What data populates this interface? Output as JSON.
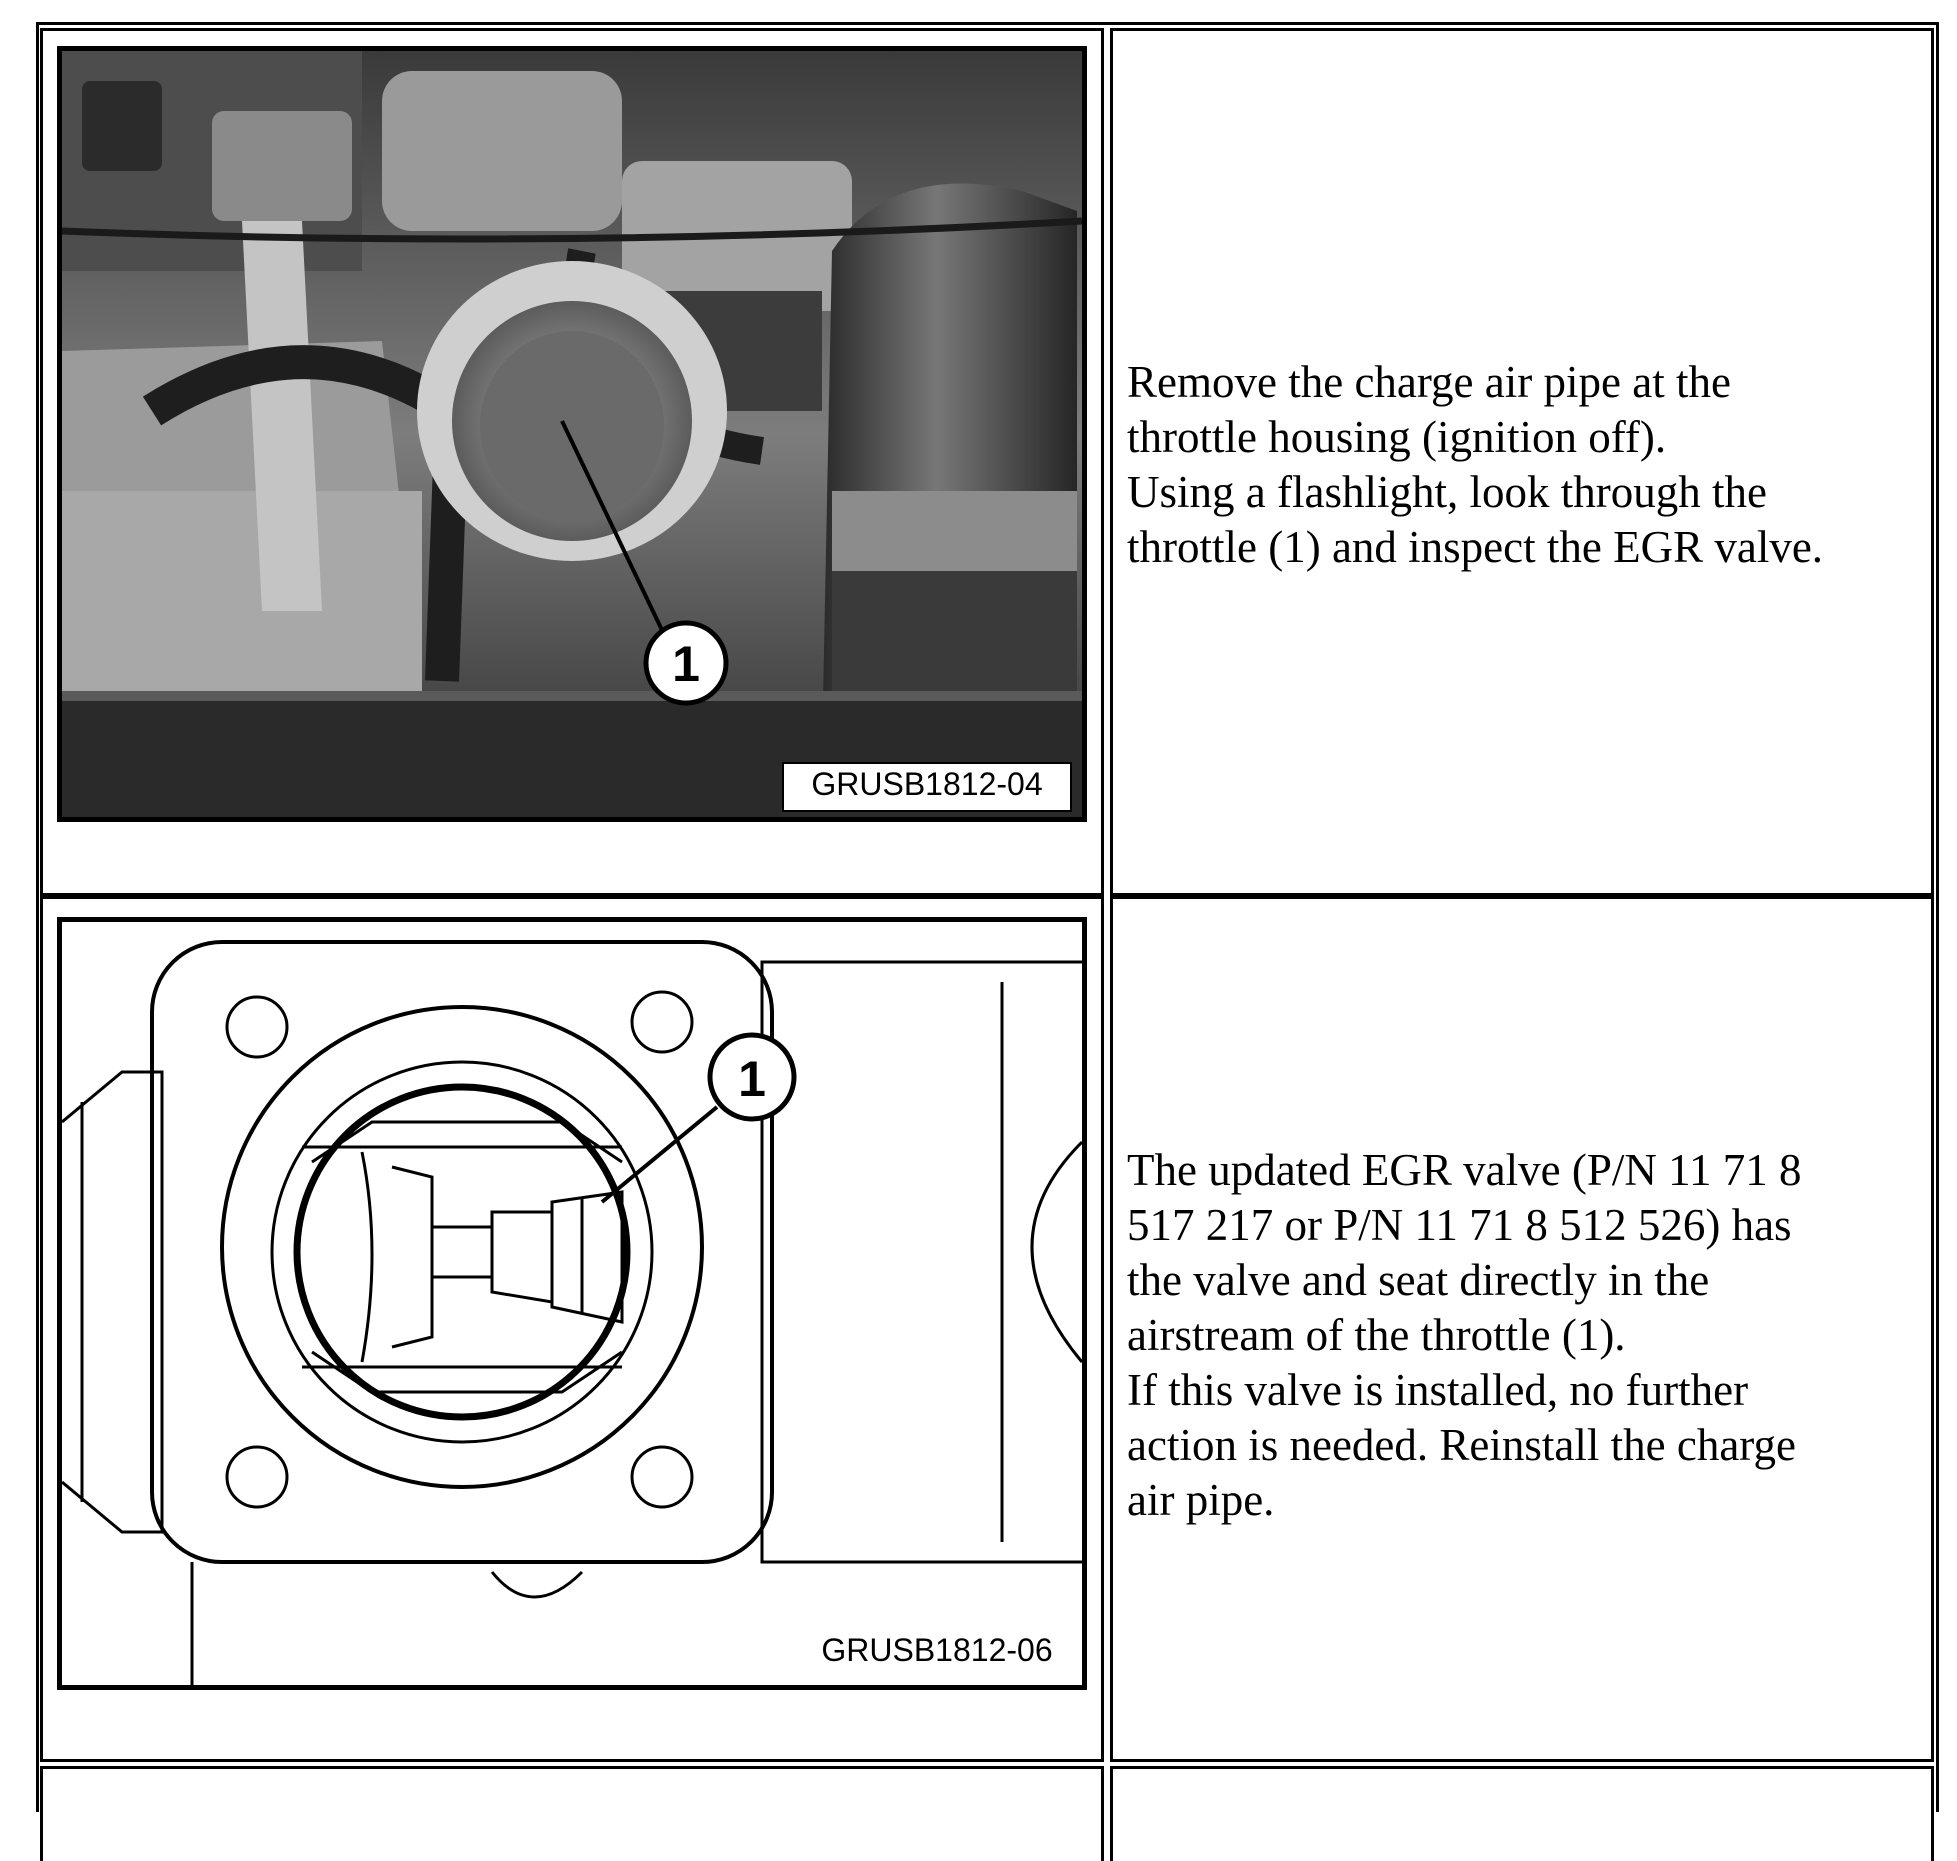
{
  "rows": [
    {
      "figure": {
        "caption": "GRUSB1812-04",
        "callout": "1",
        "icon": "engine-bay-photo"
      },
      "text": "Remove the charge air pipe at the\nthrottle housing (ignition off).\nUsing a flashlight, look through the\nthrottle (1) and inspect the EGR valve."
    },
    {
      "figure": {
        "caption": "GRUSB1812-06",
        "callout": "1",
        "icon": "throttle-valve-diagram"
      },
      "text": "The updated EGR valve (P/N 11 71 8\n517 217 or P/N 11 71 8 512 526) has\nthe valve and seat directly in the\nairstream of the throttle (1).\nIf this valve is installed, no further\naction is needed. Reinstall the charge\nair pipe."
    }
  ]
}
